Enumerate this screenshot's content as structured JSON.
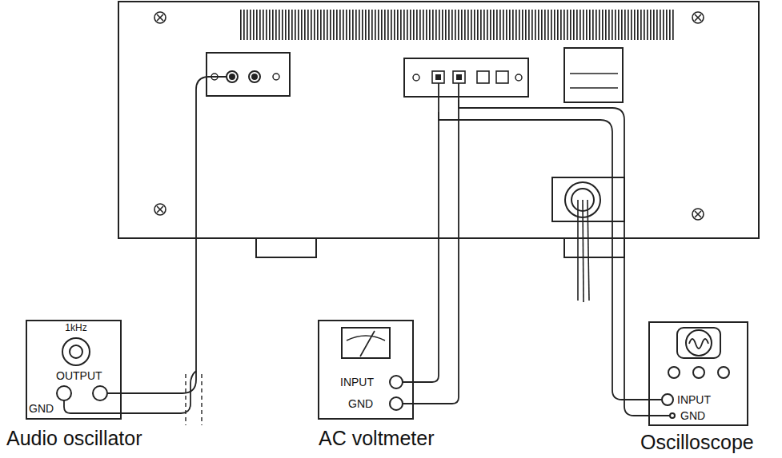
{
  "diagram": {
    "nodes": [
      {
        "text": [
          "1kHz",
          "OUTPUT",
          "GND"
        ]
      },
      {
        "text": [
          "INPUT",
          "GND"
        ]
      },
      {
        "text": [
          "INPUT",
          "GND"
        ]
      }
    ],
    "labels": [
      "Audio oscillator",
      "AC voltmeter",
      "Oscilloscope"
    ]
  }
}
